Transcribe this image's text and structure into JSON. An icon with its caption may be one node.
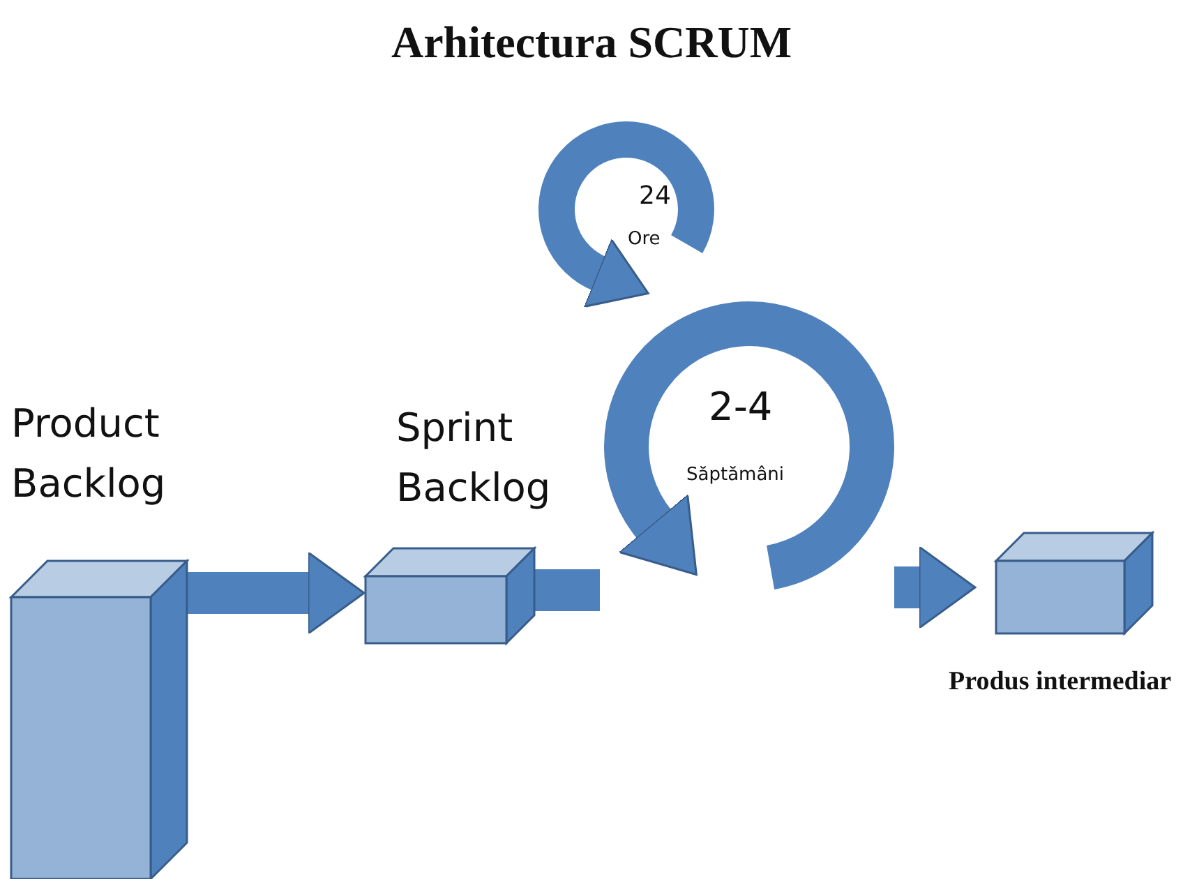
{
  "diagram": {
    "title": "Arhitectura SCRUM",
    "nodes": [
      {
        "text": [
          "Product Backlog"
        ]
      },
      {
        "text": [
          "Sprint Backlog"
        ]
      },
      {
        "text": [
          "2-4",
          "Săptămâni"
        ]
      },
      {
        "text": [
          "24",
          "Ore"
        ]
      },
      {
        "text": [
          "Produs intermediar"
        ]
      }
    ],
    "edges": [
      {
        "from": 0,
        "to": 1,
        "arrow": "to"
      },
      {
        "from": 1,
        "to": 2,
        "arrow": "none"
      },
      {
        "from": 2,
        "to": 4,
        "arrow": "to"
      }
    ]
  }
}
